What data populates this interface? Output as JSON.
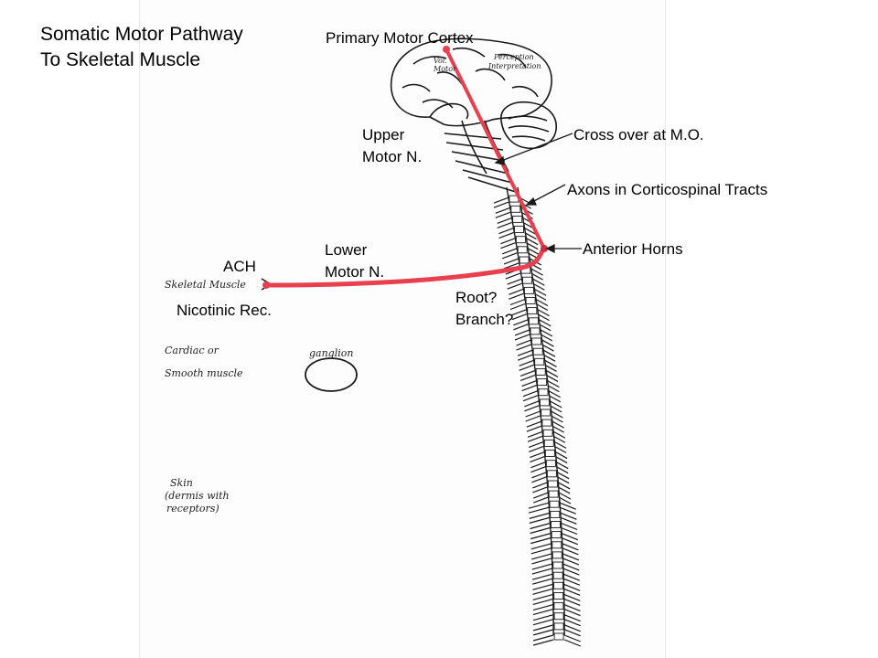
{
  "title": {
    "line1": "Somatic Motor Pathway",
    "line2": "To Skeletal Muscle"
  },
  "labels": {
    "primary_motor_cortex": "Primary Motor Cortex",
    "upper_motor_1": "Upper",
    "upper_motor_2": "Motor N.",
    "cross_over": "Cross over at M.O.",
    "axons": "Axons in Corticospinal Tracts",
    "anterior_horns": "Anterior Horns",
    "lower_motor_1": "Lower",
    "lower_motor_2": "Motor N.",
    "ach": "ACH",
    "nicotinic": "Nicotinic Rec.",
    "root": "Root?",
    "branch": "Branch?"
  },
  "handwritten": {
    "skeletal_muscle": "Skeletal Muscle",
    "cardiac_1": "Cardiac or",
    "cardiac_2": "Smooth muscle",
    "ganglion": "ganglion",
    "skin_1": "Skin",
    "skin_2": "(dermis with",
    "skin_3": "receptors)",
    "vol_motor_1": "Vol.",
    "vol_motor_2": "Motor",
    "perception_1": "Perception",
    "perception_2": "Interpretation"
  },
  "colors": {
    "pathway": "#e8404e",
    "ink": "#1a1a1a"
  }
}
